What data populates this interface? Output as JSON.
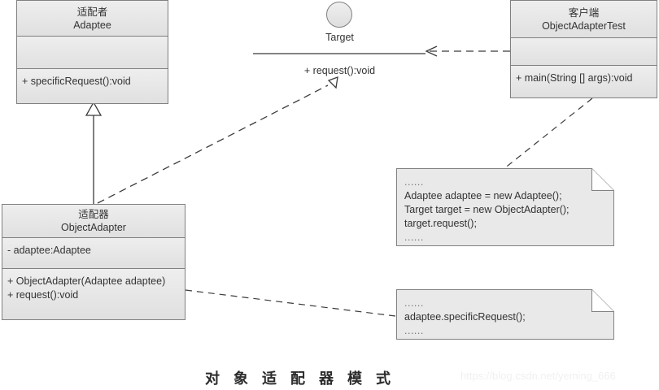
{
  "diagram": {
    "caption": "对 象 适 配 器 模 式",
    "watermark": "https://blog.csdn.net/yeming_666",
    "colors": {
      "box_fill_top": "#eeeeee",
      "box_fill_bottom": "#e0e0e0",
      "box_border": "#808080",
      "line": "#3b3b3b",
      "text": "#333333",
      "caption": "#2b2b2b",
      "watermark": "#f0f0f0"
    }
  },
  "classes": {
    "adaptee": {
      "stereotype_cn": "适配者",
      "name": "Adaptee",
      "attributes": [],
      "operations": [
        "+ specificRequest():void"
      ]
    },
    "object_adapter": {
      "stereotype_cn": "适配器",
      "name": "ObjectAdapter",
      "attributes": [
        "- adaptee:Adaptee"
      ],
      "operations": [
        "+ ObjectAdapter(Adaptee adaptee)",
        "+ request():void"
      ]
    },
    "client": {
      "stereotype_cn": "客户端",
      "name": "ObjectAdapterTest",
      "attributes": [],
      "operations": [
        "+ main(String [] args):void"
      ]
    }
  },
  "interface": {
    "name": "Target",
    "operation": "+ request():void"
  },
  "notes": {
    "client_note": {
      "lines": [
        "......",
        "Adaptee adaptee = new Adaptee();",
        "Target target = new ObjectAdapter();",
        "target.request();",
        "......"
      ]
    },
    "adapter_note": {
      "lines": [
        "......",
        "adaptee.specificRequest();",
        "......"
      ]
    }
  },
  "relations": [
    {
      "name": "adapter-to-adaptee-association",
      "kind": "association-hollow-triangle",
      "from": "object_adapter",
      "to": "adaptee"
    },
    {
      "name": "adapter-realizes-target",
      "kind": "realization-dashed-hollow-triangle",
      "from": "object_adapter",
      "to": "interface"
    },
    {
      "name": "client-depends-on-target",
      "kind": "dependency-dashed-open-arrow",
      "from": "client",
      "to": "interface"
    },
    {
      "name": "client-note-anchor",
      "kind": "note-anchor",
      "from": "client",
      "to": "client_note"
    },
    {
      "name": "adapter-note-anchor",
      "kind": "note-anchor",
      "from": "object_adapter",
      "to": "adapter_note"
    }
  ]
}
